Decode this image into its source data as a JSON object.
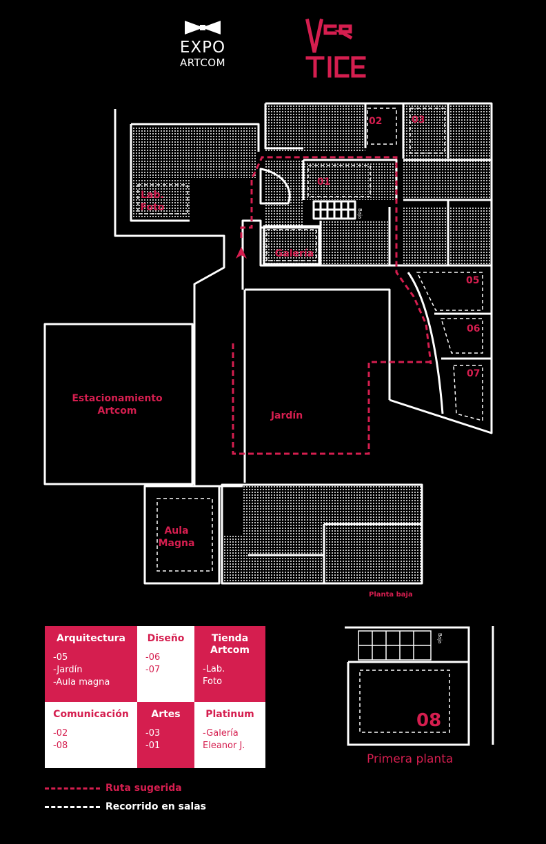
{
  "header": {
    "expo_line1": "EXPO",
    "expo_line2": "ARTCOM",
    "vertice_logo_text": "VERTICE"
  },
  "colors": {
    "accent": "#d51e4f",
    "background": "#000000",
    "lines": "#ffffff"
  },
  "map": {
    "floor_label": "Planta baja",
    "stairs_label": "Baja",
    "areas": {
      "lab_foto_line1": "Lab.",
      "lab_foto_line2": "Foto",
      "galeria": "Galería",
      "estacionamiento_line1": "Estacionamiento",
      "estacionamiento_line2": "Artcom",
      "jardin": "Jardín",
      "aula_line1": "Aula",
      "aula_line2": "Magna"
    },
    "rooms": {
      "r01": "01",
      "r02": "02",
      "r03": "03",
      "r05": "05",
      "r06": "06",
      "r07": "07"
    }
  },
  "legend": {
    "cells": [
      {
        "title": "Arquitectura",
        "items": [
          "-05",
          "-Jardín",
          "-Aula magna"
        ]
      },
      {
        "title": "Diseño",
        "items": [
          "-06",
          "-07"
        ]
      },
      {
        "title": "Tienda Artcom",
        "items": [
          "-Lab.",
          "Foto"
        ]
      },
      {
        "title": "Comunicación",
        "items": [
          "-02",
          "-08"
        ]
      },
      {
        "title": "Artes",
        "items": [
          "-03",
          "-01"
        ]
      },
      {
        "title": "Platinum",
        "items": [
          "-Galería",
          "Eleanor J."
        ]
      }
    ]
  },
  "routes": {
    "suggested": "Ruta sugerida",
    "rooms_tour": "Recorrido en salas"
  },
  "first_floor": {
    "title": "Primera planta",
    "room": "08",
    "stairs_label": "Baja"
  }
}
